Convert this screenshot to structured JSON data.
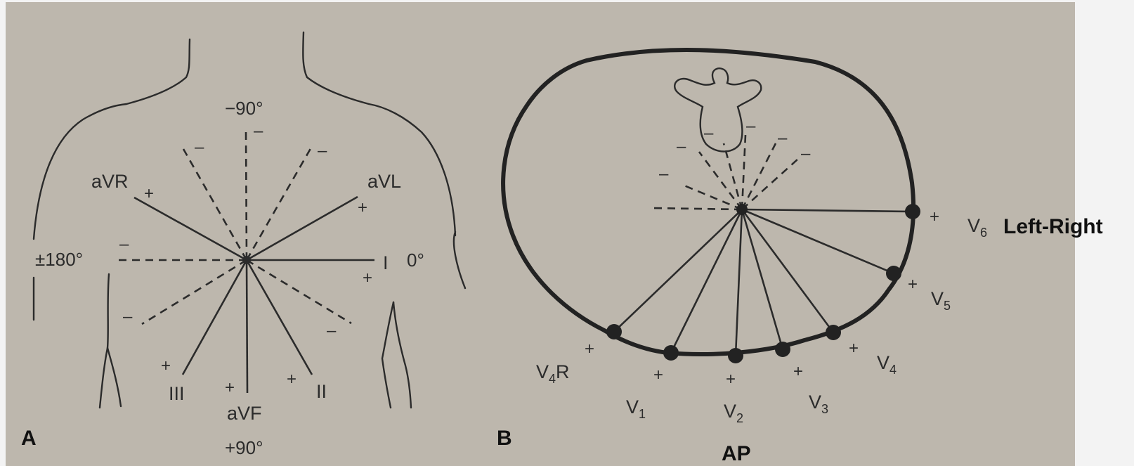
{
  "panel_a": {
    "letter": "A",
    "angles": {
      "top": "−90°",
      "left": "±180°",
      "right": "0°",
      "bottom": "+90°"
    },
    "leads": {
      "avr": "aVR",
      "avl": "aVL",
      "i": "I",
      "ii": "II",
      "iii": "III",
      "avf": "aVF"
    },
    "plus": "+",
    "minus": "–"
  },
  "panel_b": {
    "letter": "B",
    "leads": {
      "v4r": "V",
      "v4r_sub": "4",
      "v4r_suffix": "R",
      "v1": "V",
      "v1_sub": "1",
      "v2": "V",
      "v2_sub": "2",
      "v3": "V",
      "v3_sub": "3",
      "v4": "V",
      "v4_sub": "4",
      "v5": "V",
      "v5_sub": "5",
      "v6": "V",
      "v6_sub": "6"
    },
    "axis_left_right": "Left-Right",
    "axis_ap": "AP",
    "plus": "+",
    "minus": "–"
  },
  "colors": {
    "ink": "#2b2b2b",
    "paper": "#bdb7ad",
    "background": "#f3f3f3"
  }
}
